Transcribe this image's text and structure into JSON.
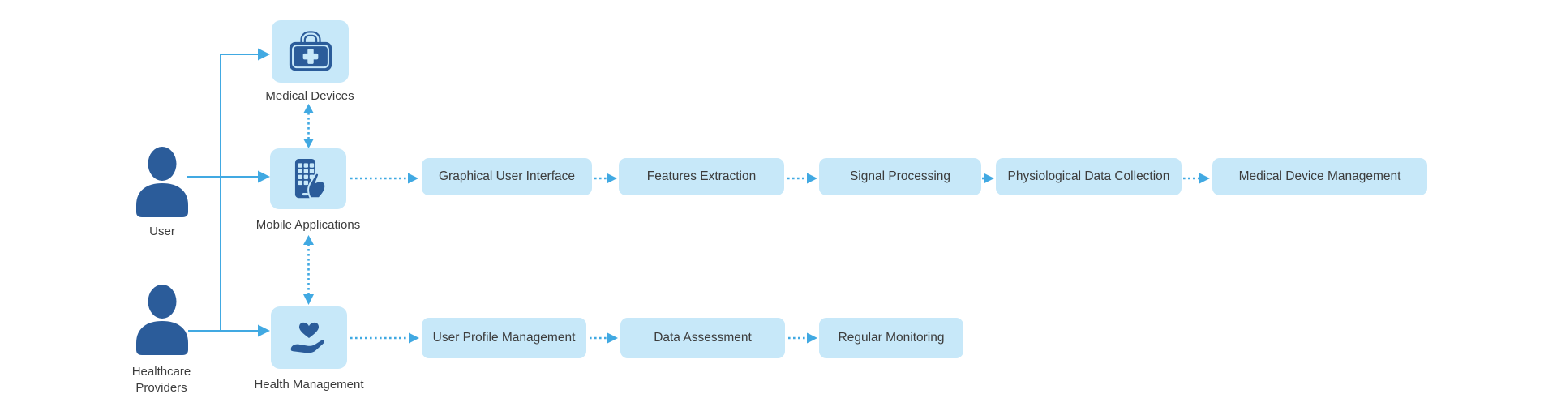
{
  "diagram": {
    "actors": [
      {
        "label": "User"
      },
      {
        "line1": "Healthcare",
        "line2": "Providers"
      }
    ],
    "icon_nodes": [
      {
        "label": "Medical Devices",
        "icon": "medical-bag-icon"
      },
      {
        "label": "Mobile Applications",
        "icon": "mobile-phone-icon"
      },
      {
        "label": "Health Management",
        "icon": "hand-heart-icon"
      }
    ],
    "flow_top": [
      {
        "label": "Graphical User Interface"
      },
      {
        "label": "Features Extraction"
      },
      {
        "label": "Signal Processing"
      },
      {
        "label": "Physiological Data Collection"
      },
      {
        "label": "Medical Device Management"
      }
    ],
    "flow_bottom": [
      {
        "label": "User Profile Management"
      },
      {
        "label": "Data Assessment"
      },
      {
        "label": "Regular Monitoring"
      }
    ]
  },
  "colors": {
    "node_fill": "#C7E8F9",
    "icon_dark": "#2B5C9A",
    "arrow": "#41A9E2",
    "text": "#3C3C3C",
    "background": "#FFFFFF"
  }
}
